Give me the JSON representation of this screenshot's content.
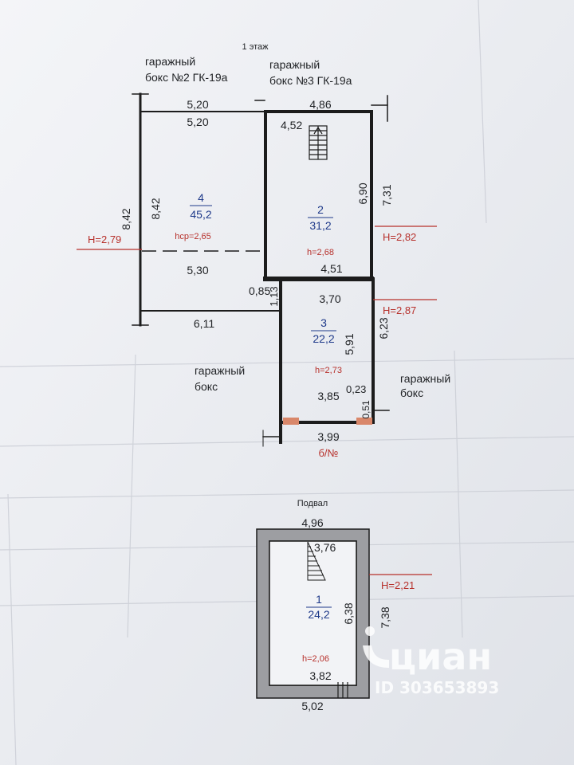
{
  "floor1": {
    "title": "1 этаж",
    "neighbor_left": [
      "гаражный",
      "бокс №2 ГК-19а"
    ],
    "neighbor_right": [
      "гаражный",
      "бокс №3 ГК-19а"
    ],
    "neighbor_bottom_left": [
      "гаражный",
      "бокс"
    ],
    "neighbor_bottom_right": [
      "гаражный",
      "бокс"
    ],
    "gate_label": "б/№",
    "rooms": [
      {
        "number": "4",
        "area": "45,2",
        "height": "hср=2,65"
      },
      {
        "number": "2",
        "area": "31,2",
        "height": "h=2,68"
      },
      {
        "number": "3",
        "area": "22,2",
        "height": "h=2,73"
      }
    ],
    "dims": {
      "top_left_outer": "5,20",
      "top_left_inner": "5,20",
      "top_right_outer": "4,86",
      "stair_width": "4,52",
      "left_outer": "8,42",
      "left_inner": "8,42",
      "room4_bottom": "5,30",
      "room2_right_inner": "6,90",
      "room2_right_outer": "7,31",
      "room2_bottom": "4,51",
      "passage_height": "1,13",
      "passage_width": "0,85",
      "room3_top": "3,70",
      "bottom_left_wall": "6,11",
      "room3_right_inner": "5,91",
      "room3_right_outer": "6,23",
      "room3_bottom_inner": "3,85",
      "pillar_width": "0,23",
      "pillar_depth": "0,51",
      "room3_bottom_outer": "3,99"
    },
    "levels": {
      "left": "H=2,79",
      "right_upper": "H=2,82",
      "right_lower": "H=2,87"
    }
  },
  "basement": {
    "title": "Подвал",
    "room": {
      "number": "1",
      "area": "24,2",
      "height": "h=2,06"
    },
    "dims": {
      "top_outer": "4,96",
      "top_inner": "3,76",
      "right_inner": "6,38",
      "right_outer": "7,38",
      "bottom_inner": "3,82",
      "bottom_outer": "5,02"
    },
    "level": "H=2,21"
  },
  "watermark": {
    "brand": "циан",
    "id": "ID 303653893"
  },
  "colors": {
    "wall": "#1c1c1c",
    "wall_fill": "#9d9ea2",
    "room_number": "#1f3a8a",
    "level_marker": "#b7302b",
    "pillar": "#d9876a"
  }
}
